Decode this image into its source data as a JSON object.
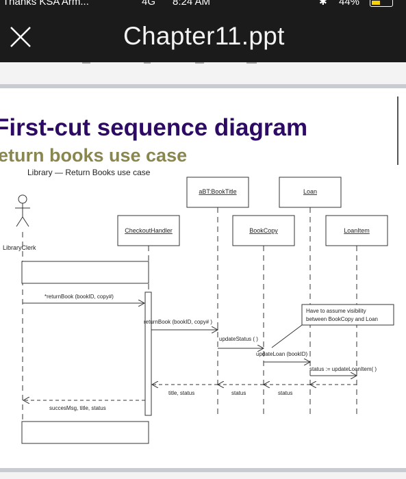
{
  "status_bar": {
    "carrier": "Thanks KSA Arm...",
    "network": "4G",
    "time": "8:24 AM",
    "battery": "44%",
    "battery_level": 0.44,
    "battery_color": "#f5d20a"
  },
  "header": {
    "title": "Chapter11.ppt",
    "close_icon": "close-icon"
  },
  "slide": {
    "title": "First-cut sequence diagram",
    "subtitle": "eturn books use case",
    "title_color": "#2d0a63",
    "subtitle_color": "#8a8650",
    "diagram": {
      "caption": "Library — Return Books use case",
      "actor": "LibraryClerk",
      "objects": {
        "book_title": "aBT:BookTitle",
        "loan": "Loan",
        "checkout_handler": "CheckoutHandler",
        "book_copy": "BookCopy",
        "loan_item": "LoanItem"
      },
      "messages": {
        "return_book_1": "*returnBook (bookID, copy#)",
        "return_book_2": "returnBook (bookID, copy# )",
        "update_status": "updateStatus ( )",
        "update_loan": "updateLoan (bookID)",
        "update_loan_item": "status := updateLoanItem( )",
        "title_status": "title, status",
        "status_1": "status",
        "status_2": "status",
        "success": "succesMsg, title, status"
      },
      "note": {
        "line1": "Have to assume visibility",
        "line2": "between BookCopy and Loan"
      }
    }
  }
}
